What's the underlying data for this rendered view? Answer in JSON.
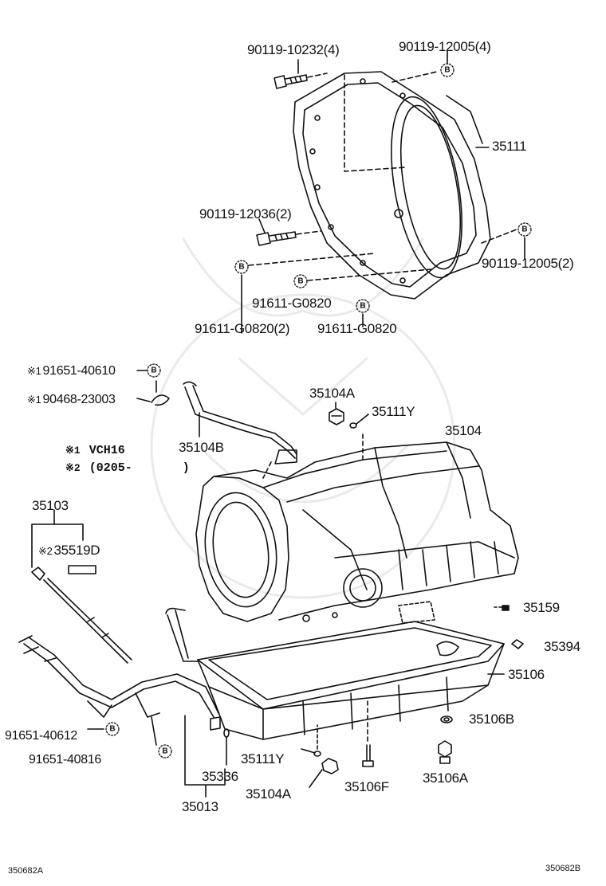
{
  "diagram": {
    "footer_left": "350682A",
    "footer_right": "350682B",
    "clip_letter": "B",
    "note_mark_1": "※1",
    "note_mark_2": "※2",
    "notes": {
      "n1": "VCH16",
      "n2": "(0205-       )"
    },
    "labels": {
      "bolt_90119_10232": "90119-10232(4)",
      "bolt_90119_12005_top": "90119-12005(4)",
      "housing_35111": "35111",
      "bolt_90119_12036": "90119-12036(2)",
      "bolt_90119_12005_right": "90119-12005(2)",
      "clip_91611_left": "91611-G0820(2)",
      "clip_91611_mid": "91611-G0820",
      "clip_91611_right": "91611-G0820",
      "bolt_91651_40610": "91651-40610",
      "clamp_90468_23003": "90468-23003",
      "plug_35104A_top": "35104A",
      "gasket_35111Y_top": "35111Y",
      "trans_35104": "35104",
      "tube_35104B": "35104B",
      "gauge_35103": "35103",
      "label_35519D": "35519D",
      "plug_35159": "35159",
      "magnet_35394": "35394",
      "oil_pan_35106": "35106",
      "gasket_35106B": "35106B",
      "bolt_91651_40612": "91651-40612",
      "bolt_91651_40816": "91651-40816",
      "gasket_35111Y_bottom": "35111Y",
      "oring_35336": "35336",
      "drain_35104A_bottom": "35104A",
      "bolt_35106F": "35106F",
      "plug_35106A": "35106A",
      "filler_35013": "35013"
    }
  }
}
